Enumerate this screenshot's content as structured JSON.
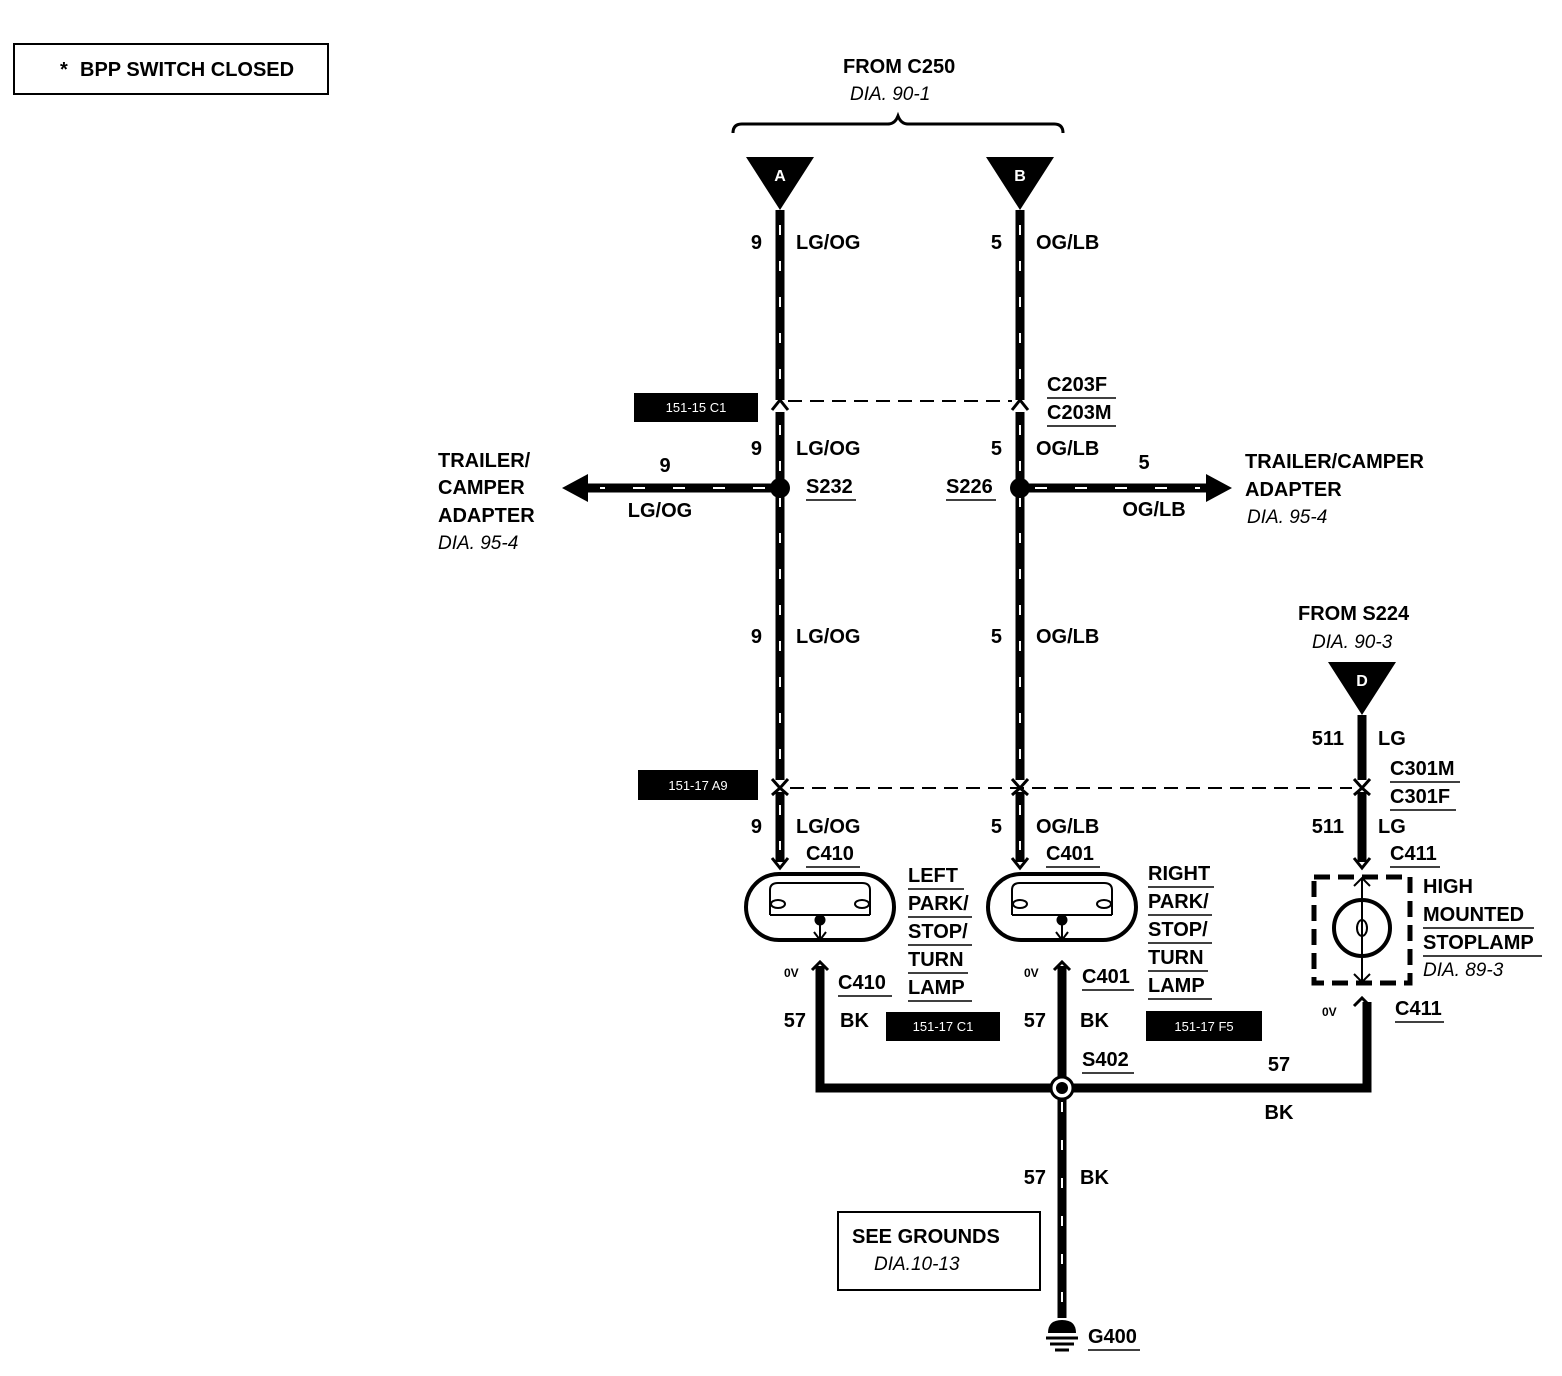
{
  "note": {
    "asterisk": "*",
    "text": "BPP SWITCH CLOSED"
  },
  "top_source": {
    "label": "FROM C250",
    "dia": "DIA. 90-1"
  },
  "connectors": {
    "A": "A",
    "B": "B",
    "D": "D",
    "c203f": "C203F",
    "c203m": "C203M",
    "c301m": "C301M",
    "c301f": "C301F",
    "c410_top": "C410",
    "c401_top": "C401",
    "c411_top": "C411",
    "c410_bottom": "C410",
    "c401_bottom": "C401",
    "c411_bottom": "C411"
  },
  "splices": {
    "s232": "S232",
    "s226": "S226",
    "s402": "S402"
  },
  "wires": {
    "a_top": {
      "circuit": "9",
      "color": "LG/OG"
    },
    "b_top": {
      "circuit": "5",
      "color": "OG/LB"
    },
    "a_mid": {
      "circuit": "9",
      "color": "LG/OG"
    },
    "b_mid": {
      "circuit": "5",
      "color": "OG/LB"
    },
    "left_branch": {
      "circuit": "9",
      "color": "LG/OG"
    },
    "right_branch": {
      "circuit": "5",
      "color": "OG/LB"
    },
    "a_low": {
      "circuit": "9",
      "color": "LG/OG"
    },
    "b_low": {
      "circuit": "5",
      "color": "OG/LB"
    },
    "a_lamp": {
      "circuit": "9",
      "color": "LG/OG"
    },
    "b_lamp": {
      "circuit": "5",
      "color": "OG/LB"
    },
    "d_top": {
      "circuit": "511",
      "color": "LG"
    },
    "d_lamp": {
      "circuit": "511",
      "color": "LG"
    },
    "gnd_left": {
      "circuit": "57",
      "color": "BK"
    },
    "gnd_mid": {
      "circuit": "57",
      "color": "BK"
    },
    "gnd_right": {
      "circuit": "57",
      "color": "BK"
    },
    "gnd_main": {
      "circuit": "57",
      "color": "BK"
    }
  },
  "left_adapter": {
    "label1": "TRAILER/",
    "label2": "CAMPER",
    "label3": "ADAPTER",
    "dia": "DIA. 95-4"
  },
  "right_adapter": {
    "label1": "TRAILER/CAMPER",
    "label2": "ADAPTER",
    "dia": "DIA. 95-4"
  },
  "from_s224": {
    "label": "FROM S224",
    "dia": "DIA. 90-3"
  },
  "refs": {
    "r1": "151-15 C1",
    "r2": "151-17 A9",
    "r3": "151-17 C1",
    "r4": "151-17 F5"
  },
  "left_lamp": [
    "LEFT",
    "PARK/",
    "STOP/",
    "TURN",
    "LAMP"
  ],
  "right_lamp": [
    "RIGHT",
    "PARK/",
    "STOP/",
    "TURN",
    "LAMP"
  ],
  "high_lamp": {
    "lines": [
      "HIGH",
      "MOUNTED",
      "STOPLAMP"
    ],
    "dia": "DIA. 89-3"
  },
  "voltages": {
    "left": "0V",
    "mid": "0V",
    "right": "0V"
  },
  "grounds_box": {
    "label": "SEE GROUNDS",
    "dia": "DIA.10-13"
  },
  "ground": {
    "label": "G400"
  }
}
